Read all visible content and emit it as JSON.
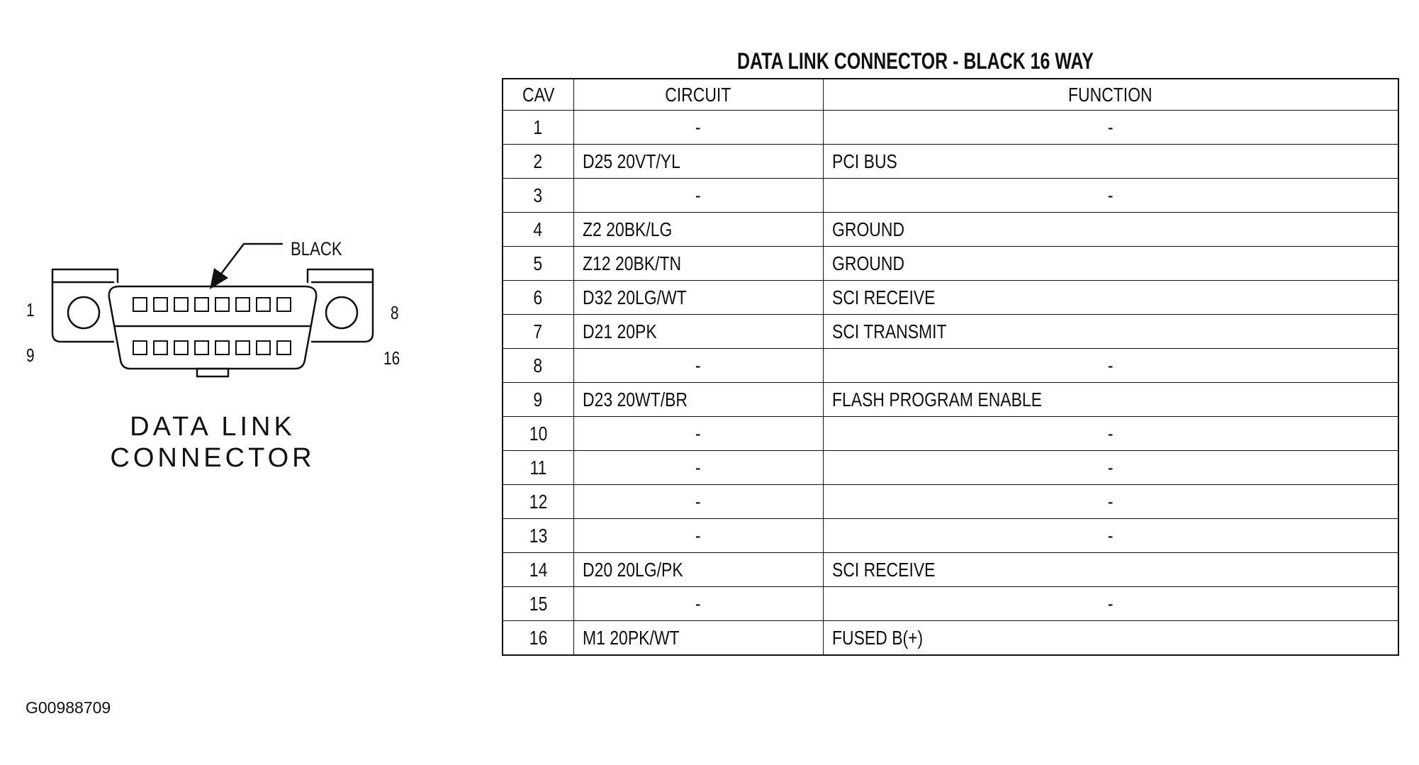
{
  "connector": {
    "callout": "BLACK",
    "pin_labels": {
      "top_left": "1",
      "top_right": "8",
      "bottom_left": "9",
      "bottom_right": "16"
    },
    "caption_line1": "DATA LINK",
    "caption_line2": "CONNECTOR",
    "pins_per_row": 8
  },
  "table": {
    "title": "DATA LINK CONNECTOR - BLACK 16 WAY",
    "headers": {
      "cav": "CAV",
      "circuit": "CIRCUIT",
      "function": "FUNCTION"
    },
    "rows": [
      {
        "cav": "1",
        "circuit": "-",
        "function": "-"
      },
      {
        "cav": "2",
        "circuit": "D25 20VT/YL",
        "function": "PCI BUS"
      },
      {
        "cav": "3",
        "circuit": "-",
        "function": "-"
      },
      {
        "cav": "4",
        "circuit": "Z2 20BK/LG",
        "function": "GROUND"
      },
      {
        "cav": "5",
        "circuit": "Z12 20BK/TN",
        "function": "GROUND"
      },
      {
        "cav": "6",
        "circuit": "D32 20LG/WT",
        "function": "SCI RECEIVE"
      },
      {
        "cav": "7",
        "circuit": "D21 20PK",
        "function": "SCI TRANSMIT"
      },
      {
        "cav": "8",
        "circuit": "-",
        "function": "-"
      },
      {
        "cav": "9",
        "circuit": "D23 20WT/BR",
        "function": "FLASH PROGRAM ENABLE"
      },
      {
        "cav": "10",
        "circuit": "-",
        "function": "-"
      },
      {
        "cav": "11",
        "circuit": "-",
        "function": "-"
      },
      {
        "cav": "12",
        "circuit": "-",
        "function": "-"
      },
      {
        "cav": "13",
        "circuit": "-",
        "function": "-"
      },
      {
        "cav": "14",
        "circuit": "D20 20LG/PK",
        "function": "SCI RECEIVE"
      },
      {
        "cav": "15",
        "circuit": "-",
        "function": "-"
      },
      {
        "cav": "16",
        "circuit": "M1 20PK/WT",
        "function": "FUSED B(+)"
      }
    ]
  },
  "figure_id": "G00988709"
}
